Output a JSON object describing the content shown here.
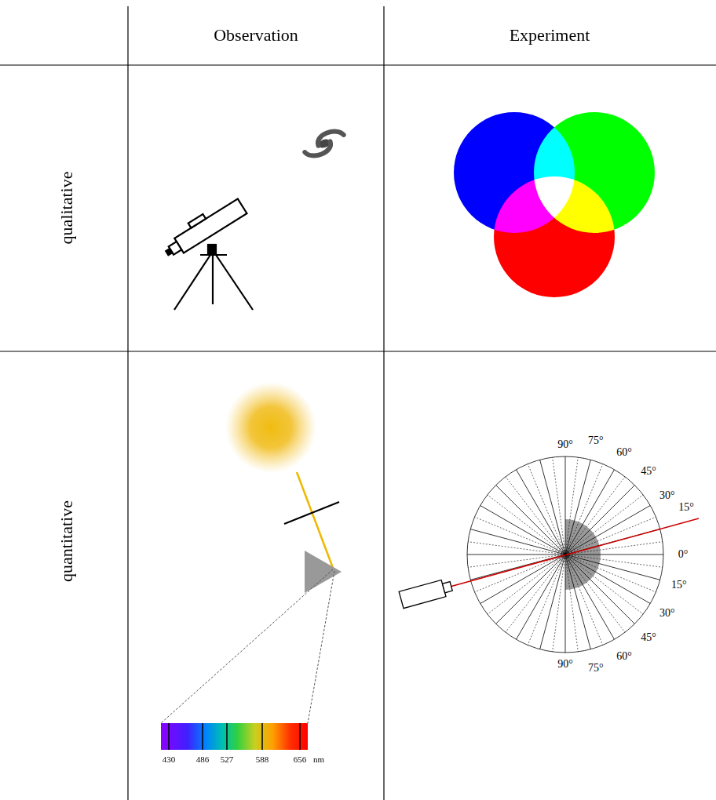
{
  "diagram": {
    "labels": [
      "Observation",
      "Experiment",
      "qualitative",
      "quantitative",
      "430",
      "486",
      "527",
      "588",
      "656",
      "nm",
      "90°",
      "75°",
      "60°",
      "45°",
      "30°",
      "15°",
      "0°",
      "15°",
      "30°",
      "45°",
      "60°",
      "75°",
      "90°"
    ]
  }
}
